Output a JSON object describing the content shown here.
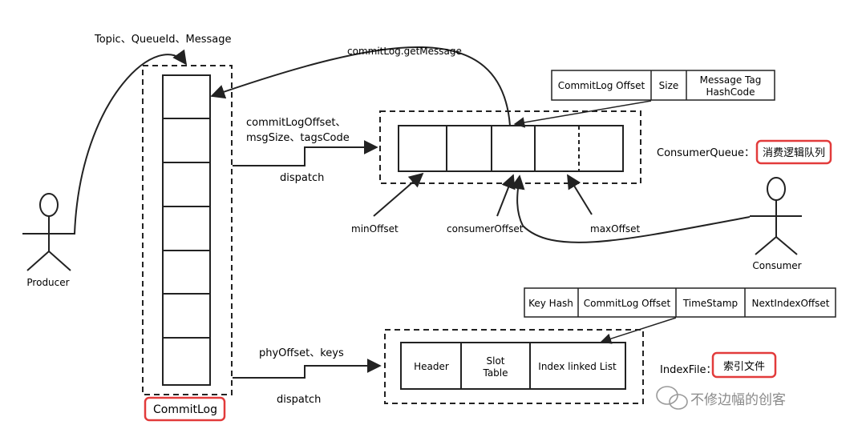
{
  "labels": {
    "producer_msg": "Topic、QueueId、Message",
    "get_message": "commitLog.getMessage",
    "cq_params_line1": "commitLogOffset、",
    "cq_params_line2": "msgSize、tagsCode",
    "dispatch_top": "dispatch",
    "dispatch_bottom": "dispatch",
    "idx_params": "phyOffset、keys",
    "min_offset": "minOffset",
    "consumer_offset": "consumerOffset",
    "max_offset": "maxOffset"
  },
  "actors": {
    "producer": "Producer",
    "consumer": "Consumer"
  },
  "commitlog": {
    "label": "CommitLog"
  },
  "consumer_queue": {
    "label": "ConsumerQueue：",
    "highlight": "消费逻辑队列",
    "entry_fields": [
      [
        "CommitLog Offset"
      ],
      [
        "Size"
      ],
      [
        "Message Tag",
        "HashCode"
      ]
    ]
  },
  "index_file": {
    "label": "IndexFile：",
    "highlight": "索引文件",
    "sections": [
      [
        "Header"
      ],
      [
        "Slot",
        "Table"
      ],
      [
        "Index linked List"
      ]
    ],
    "entry_fields": [
      "Key Hash",
      "CommitLog Offset",
      "TimeStamp",
      "NextIndexOffset"
    ]
  },
  "watermark": "不修边幅的创客",
  "colors": {
    "highlight_border": "#e23b3b",
    "line": "#222222"
  }
}
